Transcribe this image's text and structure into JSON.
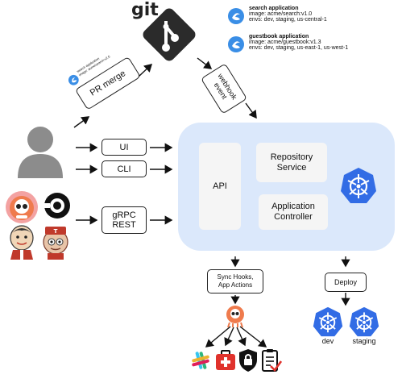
{
  "git": {
    "word": "git"
  },
  "apps": [
    {
      "title": "search application",
      "image": "image: acme/search:v1.0",
      "envs": "envs: dev, staging, us-central-1"
    },
    {
      "title": "guestbook application",
      "image": "image: acme/guestbook:v1.3",
      "envs": "envs: dev, staging, us-east-1, us-west-1"
    }
  ],
  "pr_merge": {
    "label": "PR merge",
    "tiny_title": "search application",
    "tiny_image": "image: acme/search:v2.0"
  },
  "webhook": {
    "label_line1": "webhook",
    "label_line2": "event"
  },
  "ui_box": {
    "label": "UI"
  },
  "cli_box": {
    "label": "CLI"
  },
  "grpc_box": {
    "line1": "gRPC",
    "line2": "REST"
  },
  "api_box": {
    "label": "API"
  },
  "repo_service": {
    "line1": "Repository",
    "line2": "Service"
  },
  "app_controller": {
    "line1": "Application",
    "line2": "Controller"
  },
  "sync_box": {
    "line1": "Sync Hooks,",
    "line2": "App Actions"
  },
  "deploy_box": {
    "label": "Deploy"
  },
  "clusters": {
    "dev": "dev",
    "staging": "staging"
  },
  "colors": {
    "k8s_blue": "#326ce5",
    "panel": "#dbe8fb",
    "inner": "#f5f5f5",
    "git_bg": "#2b2b2b",
    "argo_orange": "#ef7b4d"
  }
}
